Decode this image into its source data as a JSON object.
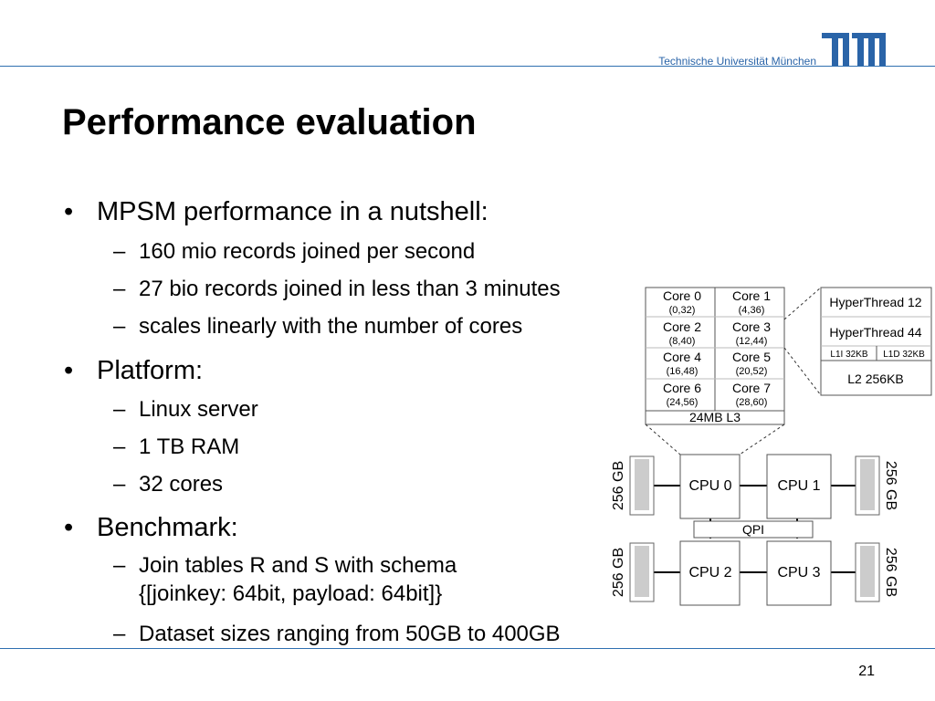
{
  "header": {
    "university": "Technische Universität München",
    "logo": "TUM"
  },
  "slide": {
    "title": "Performance evaluation",
    "page_number": "21",
    "bullets": [
      {
        "text": "MPSM performance in a nutshell:",
        "sub": [
          "160 mio records joined per second",
          "27 bio records joined in less than 3 minutes",
          "scales linearly with the number of cores"
        ]
      },
      {
        "text": "Platform:",
        "sub": [
          "Linux server",
          "1 TB RAM",
          "32 cores"
        ]
      },
      {
        "text": "Benchmark:",
        "sub": [
          "Join tables R and S with schema",
          "{[joinkey: 64bit, payload: 64bit]}",
          "Dataset sizes ranging from 50GB to 400GB"
        ]
      }
    ]
  },
  "diagram": {
    "cores": [
      {
        "name": "Core 0",
        "threads": "(0,32)"
      },
      {
        "name": "Core 1",
        "threads": "(4,36)"
      },
      {
        "name": "Core 2",
        "threads": "(8,40)"
      },
      {
        "name": "Core 3",
        "threads": "(12,44)"
      },
      {
        "name": "Core 4",
        "threads": "(16,48)"
      },
      {
        "name": "Core 5",
        "threads": "(20,52)"
      },
      {
        "name": "Core 6",
        "threads": "(24,56)"
      },
      {
        "name": "Core 7",
        "threads": "(28,60)"
      }
    ],
    "l3": "24MB L3",
    "hyperthreads": [
      "HyperThread 12",
      "HyperThread 44"
    ],
    "l1": [
      "L1I 32KB",
      "L1D 32KB"
    ],
    "l2": "L2 256KB",
    "cpus": [
      "CPU 0",
      "CPU 1",
      "CPU 2",
      "CPU 3"
    ],
    "qpi": "QPI",
    "memory": [
      "256 GB",
      "256 GB",
      "256 GB",
      "256 GB"
    ]
  }
}
